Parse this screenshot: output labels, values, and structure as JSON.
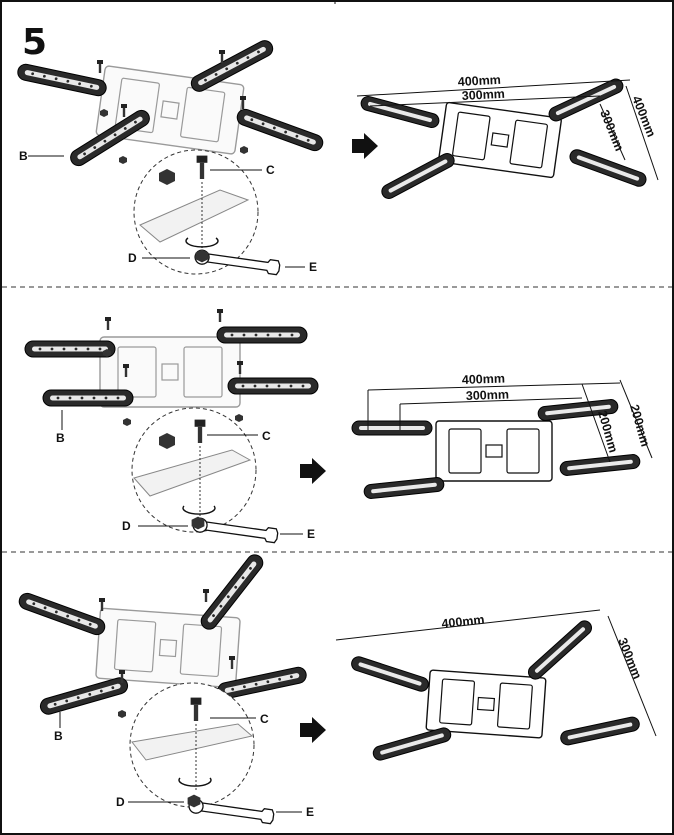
{
  "step_number": "5",
  "panels": [
    {
      "labels": {
        "b": "B",
        "c": "C",
        "d": "D",
        "e": "E"
      },
      "dims": {
        "outer_width": "400mm",
        "inner_width": "300mm",
        "inner_height": "300mm",
        "outer_height": "400mm"
      }
    },
    {
      "labels": {
        "b": "B",
        "c": "C",
        "d": "D",
        "e": "E"
      },
      "dims": {
        "outer_width": "400mm",
        "inner_width": "300mm",
        "inner_height": "200mm",
        "outer_height": "200mm"
      }
    },
    {
      "labels": {
        "b": "B",
        "c": "C",
        "d": "D",
        "e": "E"
      },
      "dims": {
        "outer_width": "400mm",
        "outer_height": "300mm"
      }
    }
  ],
  "colors": {
    "line": "#111111",
    "arm_fill": "#2a2a2a",
    "plate_stroke": "#9a9a9a"
  }
}
